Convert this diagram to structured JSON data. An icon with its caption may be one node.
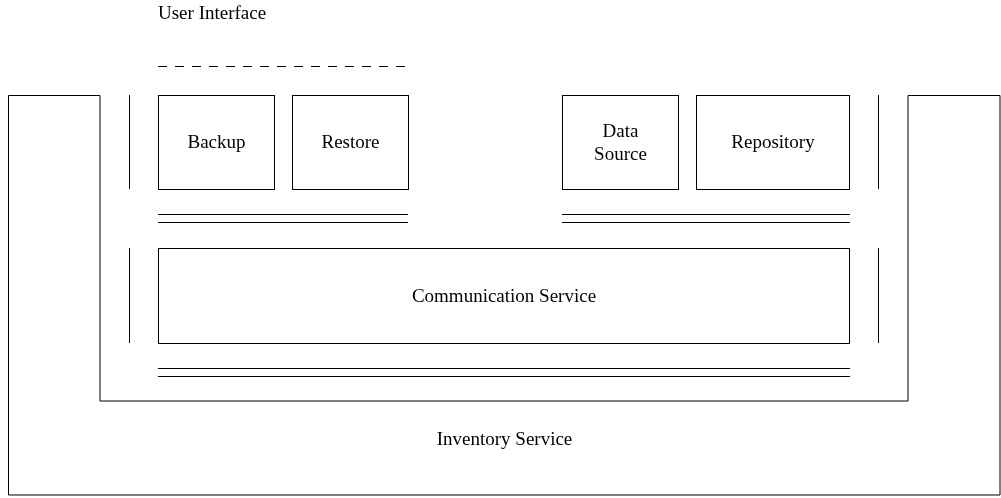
{
  "diagram": {
    "nodes": [
      {
        "text": [
          "Inventory Service"
        ]
      },
      {
        "text": [
          "Backup"
        ]
      },
      {
        "text": [
          "Restore"
        ]
      },
      {
        "text": [
          "Data Source"
        ]
      },
      {
        "text": [
          "Repository"
        ]
      },
      {
        "text": [
          "Communication Service"
        ]
      }
    ],
    "labels": [
      "User Interface"
    ]
  }
}
